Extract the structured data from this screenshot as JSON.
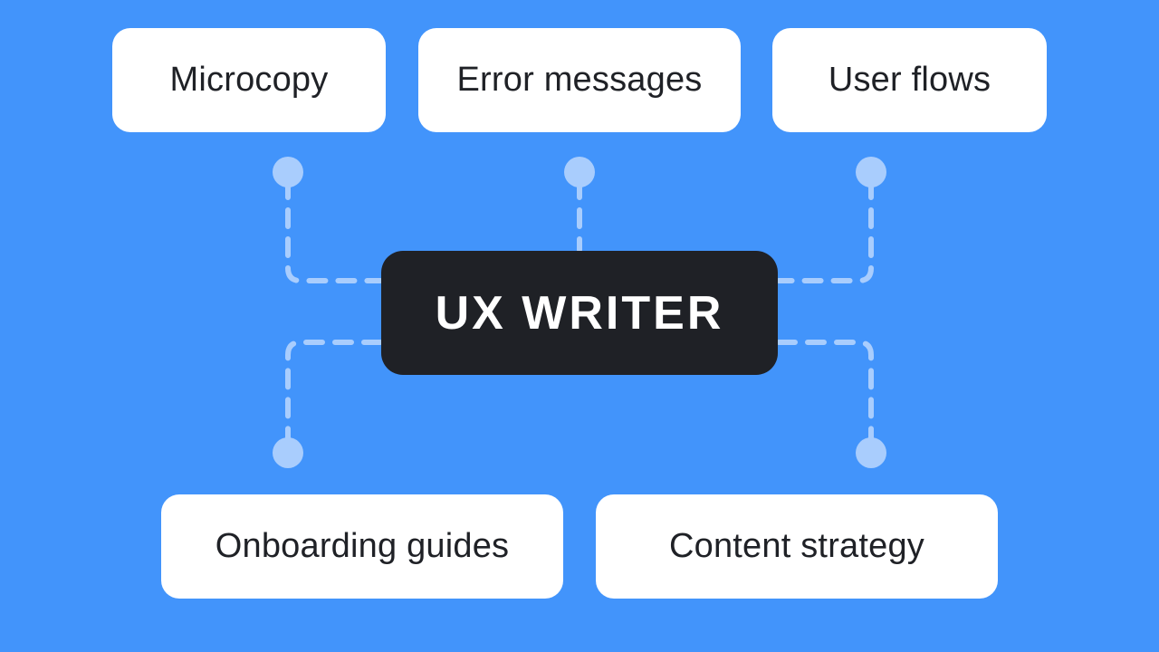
{
  "diagram": {
    "center_label": "UX WRITER",
    "nodes": [
      {
        "id": "microcopy",
        "label": "Microcopy"
      },
      {
        "id": "error-messages",
        "label": "Error messages"
      },
      {
        "id": "user-flows",
        "label": "User flows"
      },
      {
        "id": "onboarding-guides",
        "label": "Onboarding guides"
      },
      {
        "id": "content-strategy",
        "label": "Content strategy"
      }
    ]
  },
  "colors": {
    "background": "#4294fb",
    "card": "#ffffff",
    "card_text": "#1f2126",
    "center_fill": "#1f2126",
    "center_text": "#ffffff",
    "connector": "#a9cdfd"
  }
}
